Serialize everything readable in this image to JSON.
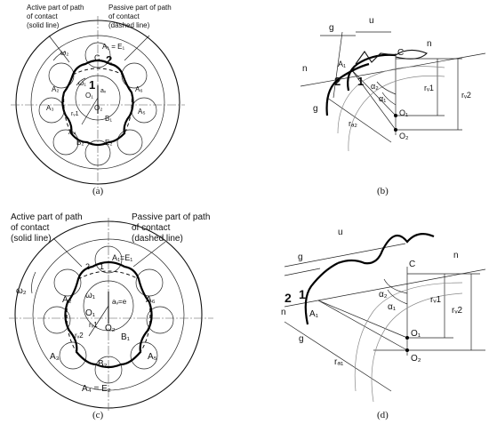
{
  "panels": {
    "a": {
      "caption": "(a)",
      "active_label": [
        "Active part of path",
        "of contact",
        "(solid line)"
      ],
      "passive_label": [
        "Passive part of path",
        "of contact",
        "(dashed line)"
      ],
      "a1e1": "A₁ = E₁",
      "labels": {
        "omega2": "ω₂",
        "c": "C",
        "two": "2",
        "one": "1",
        "o1": "O₁",
        "omega1": "ω₁",
        "a2": "A₂",
        "a6": "A₆",
        "a3": "A₃",
        "a5": "A₅",
        "b1": "B₁",
        "b2": "B₂",
        "o2": "O₂",
        "e2": "E₂",
        "a4": "A₄",
        "aw": "aᵥ",
        "rw": "rᵥ1"
      }
    },
    "b": {
      "caption": "(b)",
      "labels": {
        "g": "g",
        "u": "u",
        "c": "C",
        "n_left": "n",
        "n_right": "n",
        "a1": "A₁",
        "two": "2",
        "one": "1",
        "alpha2": "α₂",
        "alpha1": "α₁",
        "rw1": "rᵥ1",
        "rw2": "rᵥ2",
        "o1": "O₁",
        "o2": "O₂",
        "ra2": "rₐ₂",
        "g2": "g"
      }
    },
    "c": {
      "caption": "(c)",
      "active_label": [
        "Active part of path",
        "of contact",
        "(solid line)"
      ],
      "passive_label": [
        "Passive part of path",
        "of contact",
        "(dashed line)"
      ],
      "labels": {
        "two": "2",
        "one": "1",
        "a1e1": "A₁=E₁",
        "omega2": "ω₂",
        "omega1": "ω₁",
        "a2": "A₂",
        "a6": "A₆",
        "aw": "aᵥ=e",
        "o1": "O₁",
        "o2": "O₂",
        "rw1": "rᵥ1",
        "rw2": "rᵥ2",
        "b1": "B₁",
        "a3": "A₃",
        "a5": "A₅",
        "b2": "B₂",
        "a4e2": "A₄ = E₂"
      }
    },
    "d": {
      "caption": "(d)",
      "labels": {
        "u": "u",
        "g": "g",
        "n_right": "n",
        "c": "C",
        "two": "2",
        "one": "1",
        "n_left": "n",
        "a1": "A₁",
        "alpha2": "α₂",
        "alpha1": "α₁",
        "rw1": "rᵥ1",
        "rw2": "rᵥ2",
        "g2": "g",
        "o1": "O₁",
        "ra1": "rₐ₁",
        "o2": "O₂"
      }
    }
  }
}
